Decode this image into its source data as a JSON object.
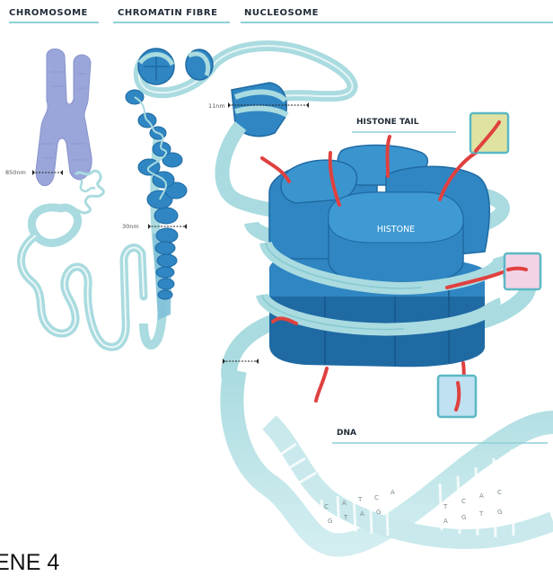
{
  "headers": {
    "chromosome": "CHROMOSOME",
    "chromatin_fibre": "CHROMATIN FIBRE",
    "nucleosome": "NUCLEOSOME"
  },
  "labels": {
    "histone_tail": "HISTONE TAIL",
    "histone": "HISTONE",
    "dna": "DNA",
    "size_850": "850nm",
    "size_30": "30nm",
    "size_11": "11nm"
  },
  "bases": {
    "left_top": [
      "C",
      "A",
      "T",
      "C",
      "A"
    ],
    "left_bottom": [
      "G",
      "T",
      "A",
      "G"
    ],
    "right_top": [
      "T",
      "C",
      "A",
      "C"
    ],
    "right_bottom": [
      "A",
      "G",
      "T",
      "G"
    ]
  },
  "caption": "ENE 4",
  "colors": {
    "chromosome": "#9aa6d9",
    "ribbon": "#a9dbe0",
    "ribbon_dark": "#6fbcc6",
    "histone": "#2f86c2",
    "histone_dark": "#1f6aa3",
    "tail": "#e0413f",
    "box_yellow": "#dfe2a0",
    "box_pink": "#f2d3e6",
    "box_blue": "#bfe1f1",
    "box_border": "#5bb8c4"
  }
}
